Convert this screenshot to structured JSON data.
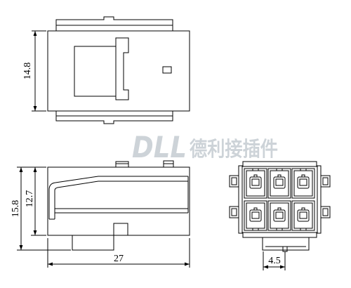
{
  "top_view": {
    "width_dim": "14.8"
  },
  "side_view": {
    "overall_height_dim": "15.8",
    "body_height_dim": "12.7",
    "length_dim": "27"
  },
  "front_view": {
    "offset_dim": "4.5"
  },
  "watermark": {
    "brand": "DLL",
    "name": "德利接插件"
  },
  "colors": {
    "line": "#000000",
    "watermark": "#cdd3d8",
    "background": "#ffffff"
  }
}
